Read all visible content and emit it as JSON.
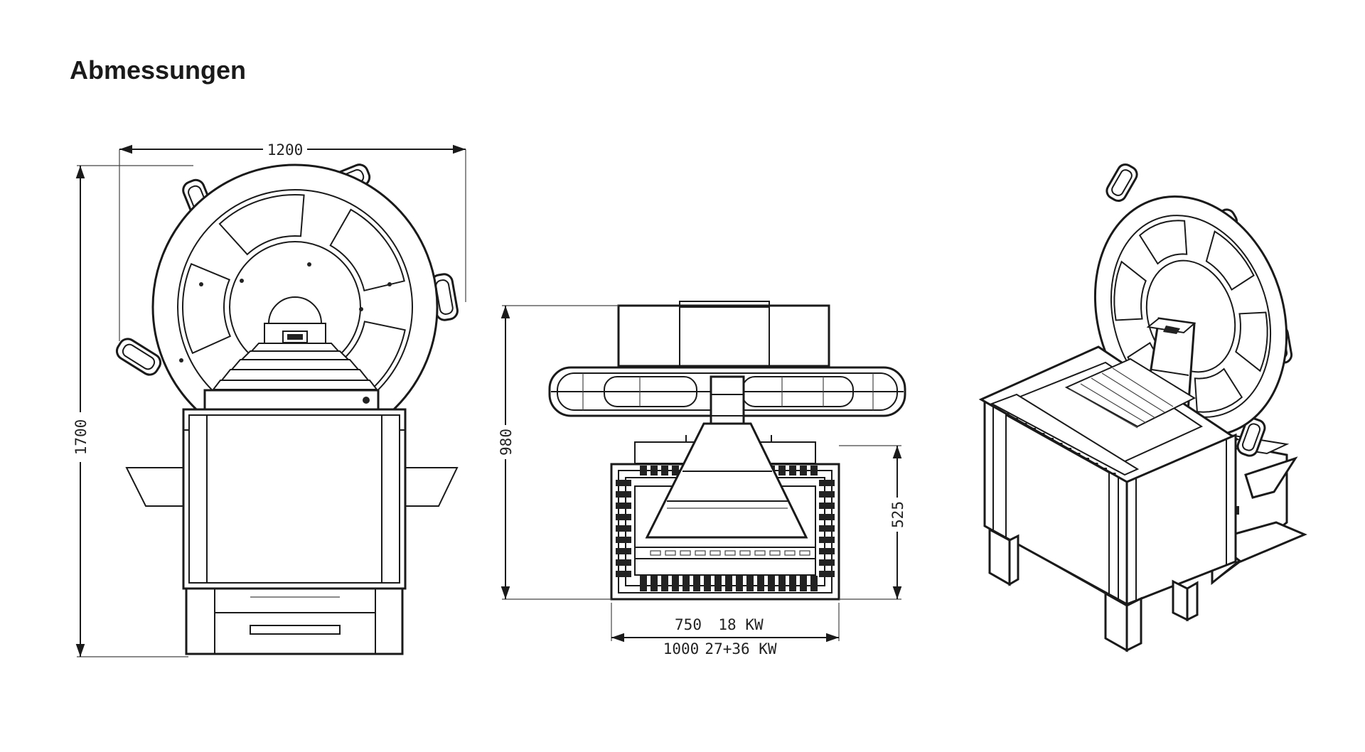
{
  "title": "Abmessungen",
  "dimensions": {
    "front_width": "1200",
    "front_height": "1700",
    "side_height": "980",
    "side_inner_height": "525",
    "width_small": "750",
    "power_small": "18 KW",
    "width_large": "1000",
    "power_large": "27+36 KW"
  },
  "colors": {
    "line": "#1a1a1a",
    "background": "#ffffff"
  }
}
